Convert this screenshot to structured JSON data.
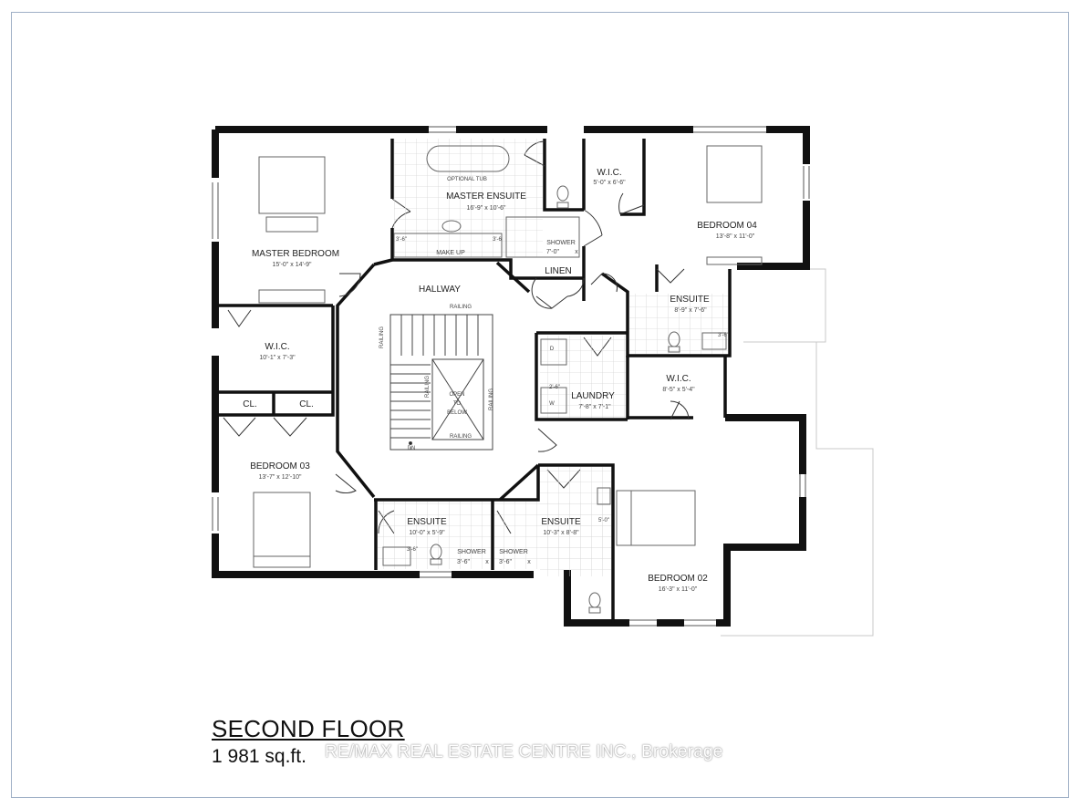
{
  "plan": {
    "rooms": {
      "master_bedroom": {
        "name": "MASTER BEDROOM",
        "dim": "15'-0\" x 14'-9\""
      },
      "master_ensuite": {
        "name": "MASTER ENSUITE",
        "dim": "16'-9\" x 10'-6\""
      },
      "optional_tub": "OPTIONAL TUB",
      "make_up": "MAKE UP",
      "make_up_left": "3'-6\"",
      "make_up_right": "3'-6",
      "master_shower": {
        "name": "SHOWER",
        "dim": "7'-0\"",
        "mark": "x"
      },
      "wic_top": {
        "name": "W.I.C.",
        "dim": "5'-0\" x 6'-6\""
      },
      "bedroom_04": {
        "name": "BEDROOM 04",
        "dim": "13'-8\" x 11'-0\""
      },
      "linen": "LINEN",
      "hallway": "HALLWAY",
      "railing_top": "RAILING",
      "railing_left": "RAILING",
      "railing_mid": "RAILING",
      "railing_right": "RAILING",
      "railing_bottom": "RAILING",
      "open_to_below": [
        "OPEN",
        "TO",
        "BELOW"
      ],
      "dn": "DN",
      "ensuite_04": {
        "name": "ENSUITE",
        "dim": "8'-9\" x 7'-6\"",
        "side": "3'-6\""
      },
      "wic_master": {
        "name": "W.I.C.",
        "dim": "10'-1\" x 7'-3\""
      },
      "laundry": {
        "name": "LAUNDRY",
        "dim": "7'-8\" x 7'-1\"",
        "d": "D",
        "w": "W",
        "side": "2'-6\""
      },
      "wic_02": {
        "name": "W.I.C.",
        "dim": "8'-5\" x 5'-4\""
      },
      "closet_left": "CL.",
      "closet_right": "CL.",
      "bedroom_03": {
        "name": "BEDROOM 03",
        "dim": "13'-7\" x 12'-10\""
      },
      "ensuite_03": {
        "name": "ENSUITE",
        "dim": "10'-0\" x 5'-9\"",
        "side": "3'-6\""
      },
      "shower_03": {
        "name": "SHOWER",
        "dim": "3'-6\"",
        "mark": "x"
      },
      "shower_02": {
        "name": "SHOWER",
        "dim": "3'-6\"",
        "mark": "x"
      },
      "ensuite_02": {
        "name": "ENSUITE",
        "dim": "10'-3\" x 8'-8\"",
        "side": "5'-0\""
      },
      "bedroom_02": {
        "name": "BEDROOM 02",
        "dim": "16'-3\" x 11'-0\""
      }
    }
  },
  "footer": {
    "title": "SECOND FLOOR",
    "area": "1 981 sq.ft.",
    "watermark": "RE/MAX REAL ESTATE CENTRE INC., Brokerage"
  }
}
